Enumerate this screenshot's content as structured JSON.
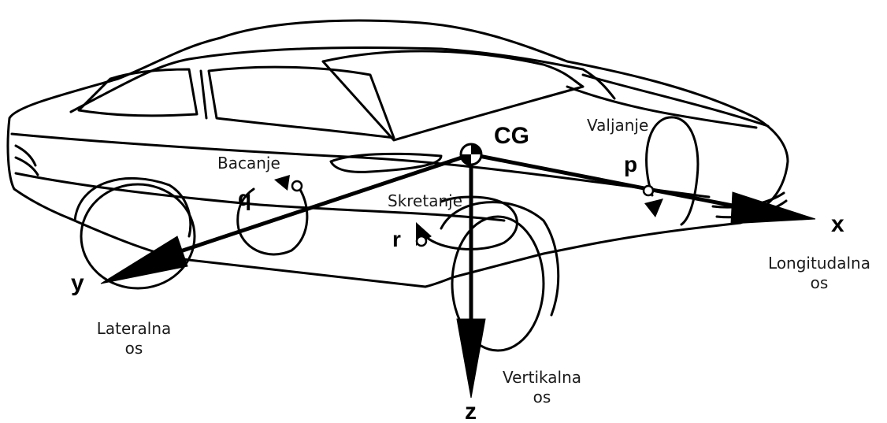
{
  "symbols": {
    "cg": "CG",
    "x": "x",
    "y": "y",
    "z": "z",
    "p": "p",
    "q": "q",
    "r": "r"
  },
  "labels": {
    "roll": "Valjanje",
    "pitch": "Bacanje",
    "yaw": "Skretanje",
    "longitudinal_line1": "Longitudalna",
    "longitudinal_line2": "os",
    "lateral_line1": "Lateralna",
    "lateral_line2": "os",
    "vertical_line1": "Vertikalna",
    "vertical_line2": "os"
  },
  "colors": {
    "ink": "#000000",
    "label_text": "#1a1a1a",
    "background": "#ffffff"
  }
}
